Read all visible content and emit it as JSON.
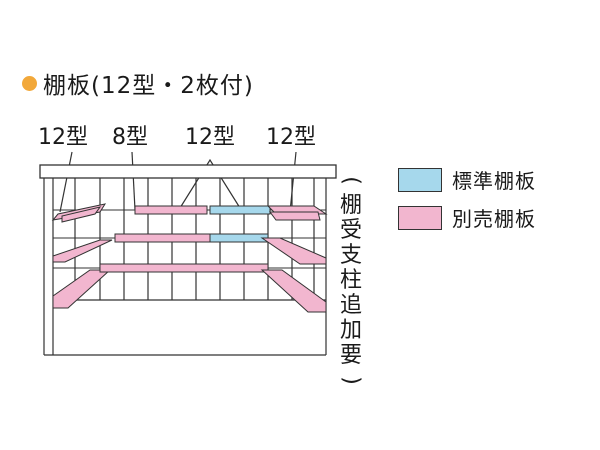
{
  "title": "棚板(12型・2枚付)",
  "type_labels": [
    "12型",
    "8型",
    "12型",
    "12型"
  ],
  "note_vertical": [
    "(",
    "棚",
    "受",
    "支",
    "柱",
    "追",
    "加",
    "要",
    ")"
  ],
  "legend": [
    {
      "label": "標準棚板",
      "color": "#a6d8ec"
    },
    {
      "label": "別売棚板",
      "color": "#f2b6cf"
    }
  ],
  "colors": {
    "title_dot": "#f2a83a",
    "standard_shelf": "#a6d8ec",
    "optional_shelf": "#f2b6cf",
    "outline": "#333333"
  }
}
